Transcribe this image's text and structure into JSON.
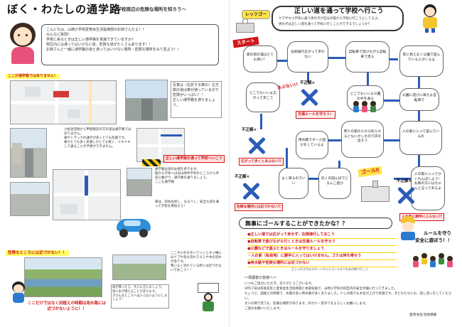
{
  "left": {
    "title": "ぼく・わたしの通学路",
    "subtitle": "～学校周辺の危険な場所を知ろう～",
    "intro": [
      "こんにちは、山崎小学校愛育会生活指導部のお姉さんだよ！！",
      "みんなに質問？",
      "学校に来るときは正しい通学路を意識できていますか？",
      "校区内には通ってはいけない道、危険な道がたくさんあります！！",
      "お姉さんと一緒に通学路の道と通ってはいけない場所・危険な場所をみて見よう！！"
    ],
    "label_danger_route": "ここが通学路ではありません！",
    "note_top_right": "写真は（右折する車の）左方側の道は車が通っているので危険がいっぱい！！\n正しい通学路を通りましょう。",
    "note_mid_left": "小松台団地から甲屋駅前の方の道は通学路ではありません。\n車やトラックの通行が多くとても危険です。\n車がとても多く見通しがとても悪く、ドキドキして通ることの予想ができません。",
    "label_correct_route": "正しい通学路を通って学校へいこう",
    "note_mid_right": "通学路は道の左側を歩きます。\n駅から学校へは旧山崎中学校のところから手前に曲がり、通学路を通りましょう。\nここも通学路",
    "note_car": "車は、斜め左折し、なるべく、安全な道を通って学校を目指そう！",
    "label_danger_spot": "危険なところには近づかない！！",
    "note_canal": "ここや川をのぞいていくとすぐ横にはドブや急な流れでゴミや水の流れが急です。\n勢いよく流れている所には近づかないでおこう！！",
    "note_canal2": "雨が降ったら、大人に言いましょう。\n急に水が増えることがあります。\nきけんなところへは入らないようにしましょう！",
    "warning_final": "ここだけではなく田植えの時期は用水路には近づかないように！！"
  },
  "right": {
    "lets_go": "レッツゴー",
    "title": "正しい道を通って学校へ行こう",
    "title_sub1": "ヤマザキ小学校に通う男の子が自分の家から学校に行こうとしてるよ。",
    "title_sub2": "男の子は正しい道を通って学校に行くことができるでしょうか？",
    "start": "スタート",
    "goal": "ゴール‼",
    "nodes": {
      "n1": "家の前の道はとても狭い！",
      "n2": "右側通行広がって歩かない",
      "n3": "自転車で遊びながら自転車で走る",
      "n4": "前に見えなく公園で遊んでいる人がいるよ",
      "n5": "どこでもいいよ広がって歩こう",
      "n6": "どこでもいいよ公園の中を通る",
      "n7": "公園に遊びに来たよ自転車で",
      "n8": "周りの家の人から叱られるとなにかしたので声を出そう",
      "n9": "人の家に入って遊んでいるの",
      "n10": "用水路でボール遊びをしているよ",
      "n11": "よく来るのでいい",
      "n12": "近くの田んぼでどろんこ遊び",
      "n13": "人の家に入ってかくれんぼしよう！お家の方にはちゃんと言ってあるよ"
    },
    "fusei": "不正解×",
    "red_labels": {
      "r1": "交通ルールを守ろう！",
      "r2": "広がって歩くとあぶない!!",
      "r3": "危険な場所には近づかない!!",
      "r4": "人の家に勝手に入らない!!"
    },
    "abunai": "あぶない!!",
    "quiz_title": "無事にゴールすることができたかな？？",
    "checklist": [
      "●正しい道では広がって歩かず、右側通行しておこう",
      "●自転車で遊びながら行くときは交通ルールを守ろう",
      "●公園などで遊ぶときはルールを守りましょう",
      "・人の家（私有地）に勝手に入ってはいけません。ゴミは持ち帰ろう",
      "●用水路や危険な場所には近づかない"
    ],
    "checklist_note": "正しい行き方はスタートからとゴールまでを赤の線で行こう",
    "rule_slogan1": "ルールを守り",
    "rule_slogan2": "安全に遊ぼう！！",
    "closing_head": "～保護者の皆様へ～",
    "closing": [
      "いつもご協力いただき、ありがとうございます。",
      "6月17日は校長先生と愛育会生活指導部と本部役員で、山崎小学校の校区内の安全点検に行ってきました。",
      "ちょうど、田植えの時期で、水量の多い用水路が多くありました。少しの雨でも水位が上がり危険です。子どもたちにも、話し合いをしてください。",
      "大人の目で見ても、危険な場所があります。声かけ・見守りをよろしくお願いします。",
      "ご協力お願いいたします。"
    ],
    "closing_sign": "愛育会生活指導部"
  }
}
